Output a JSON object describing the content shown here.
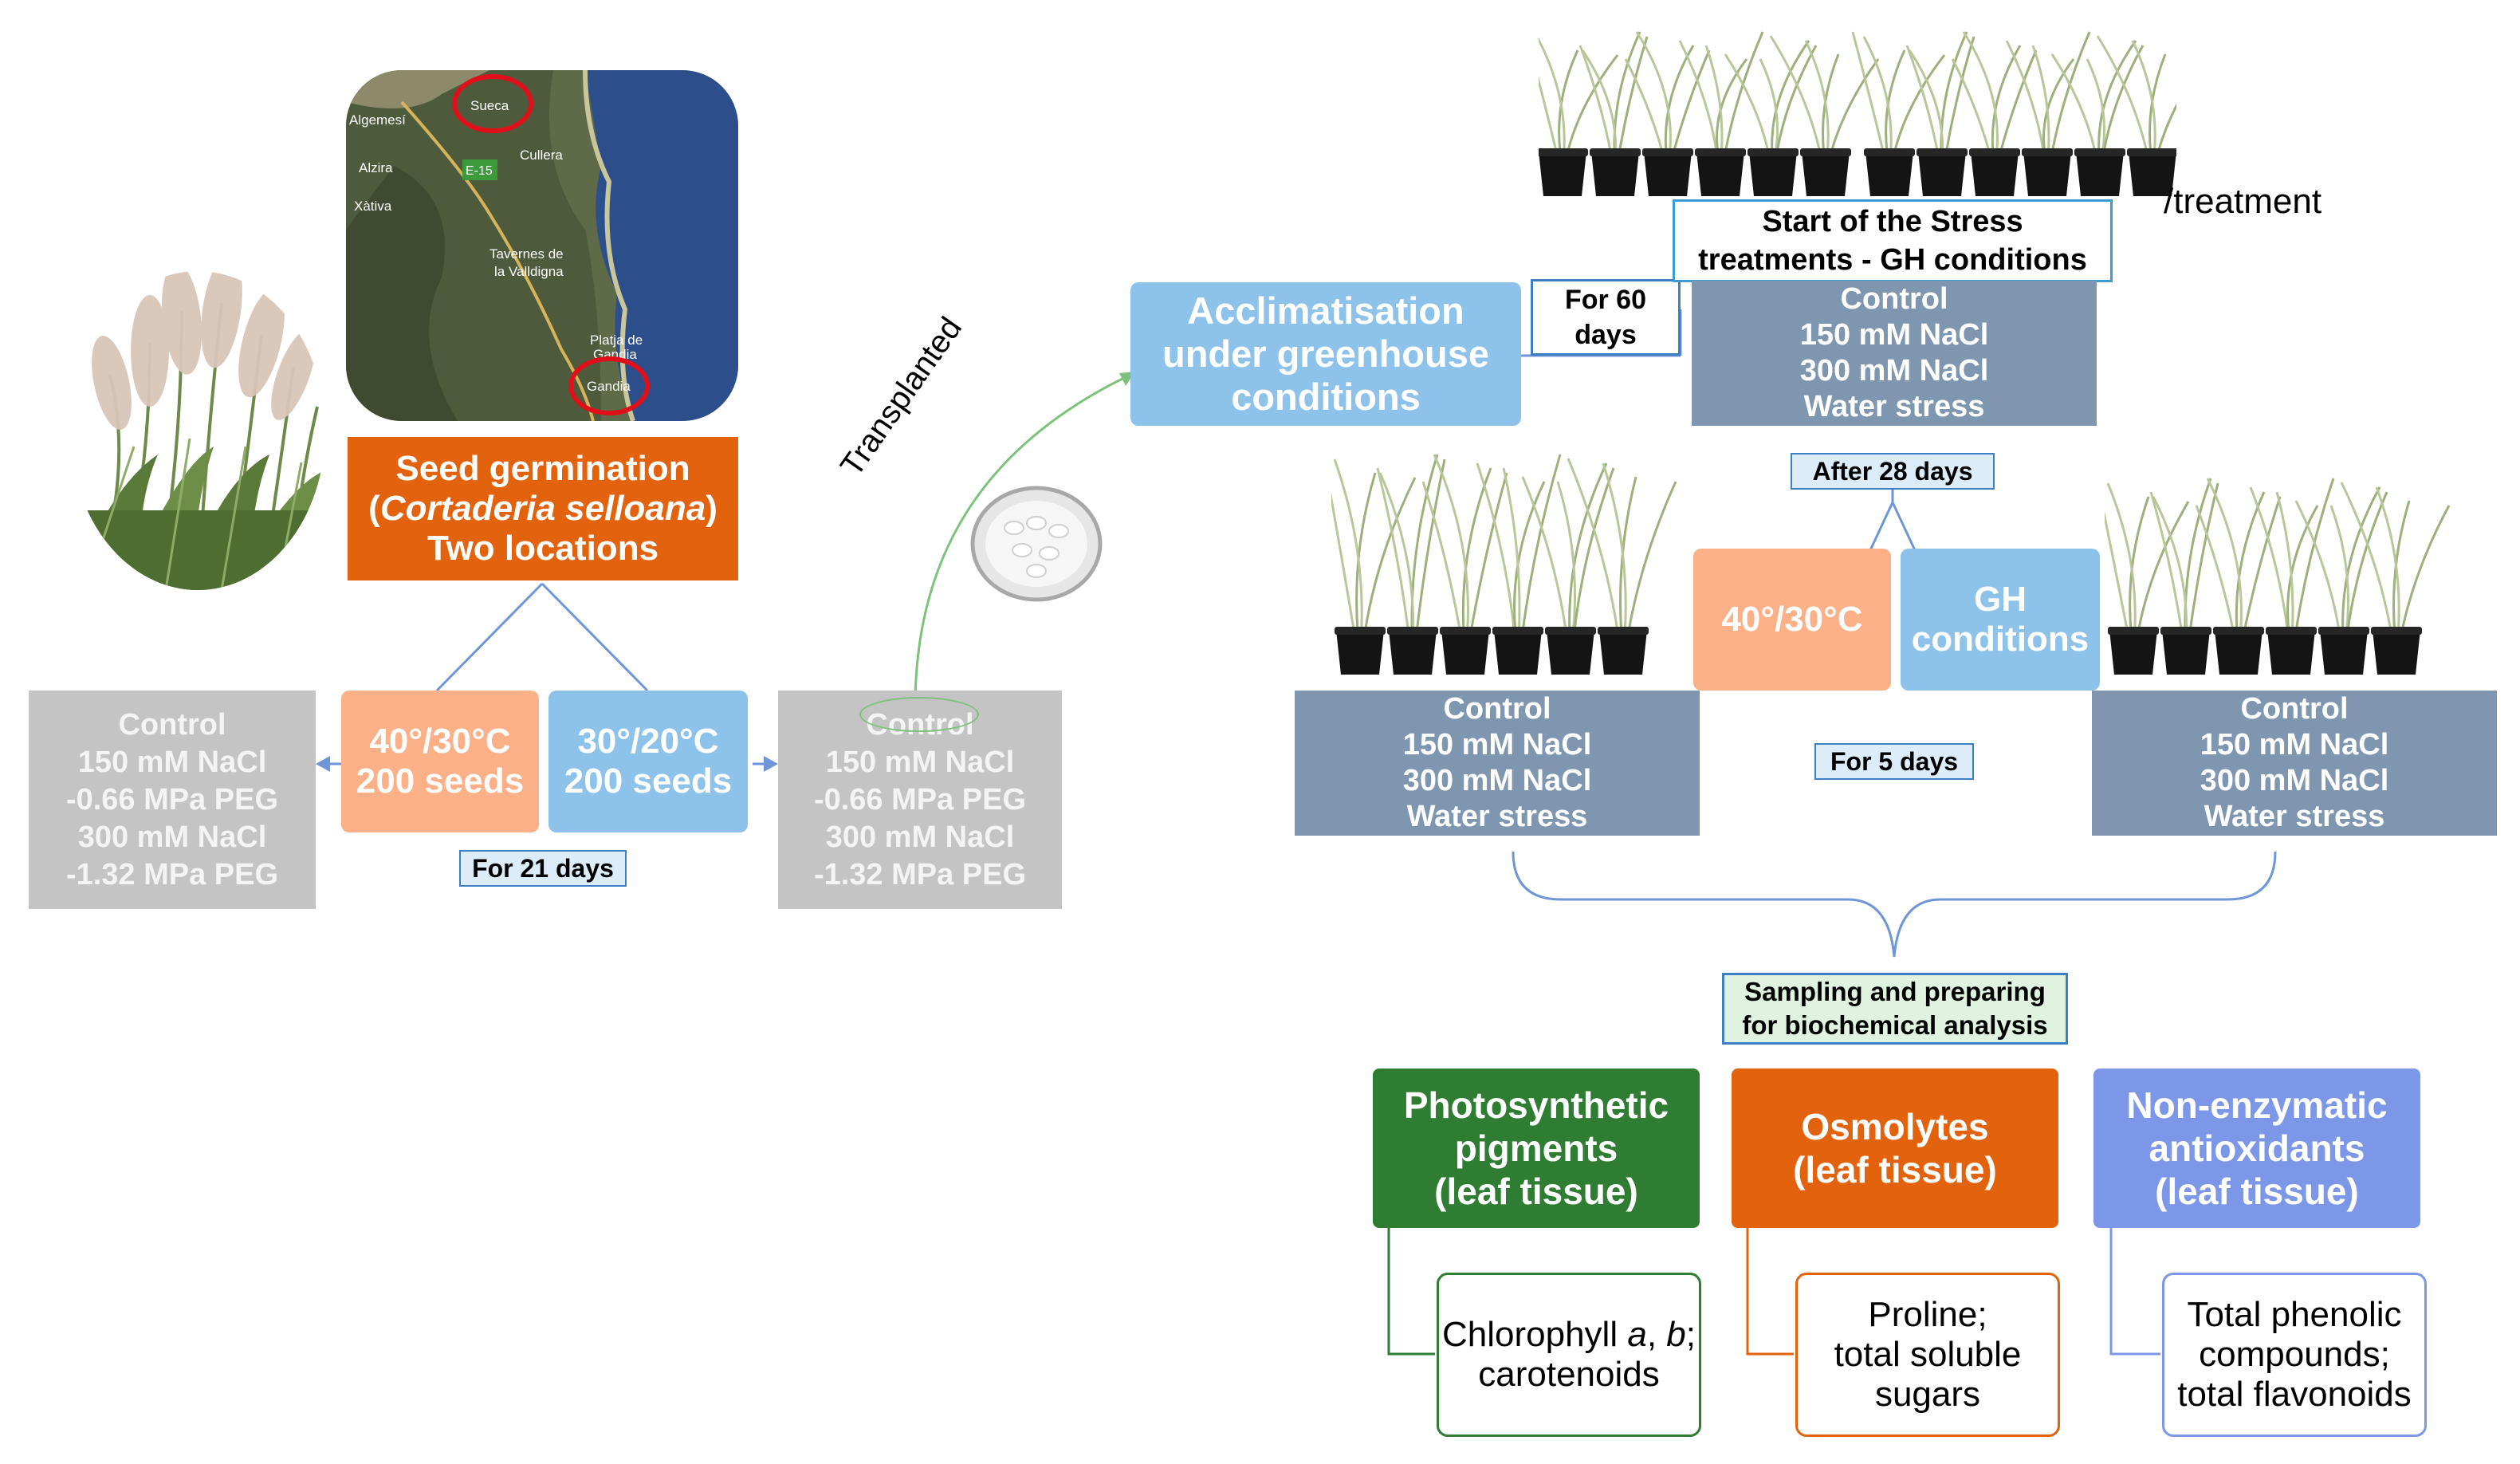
{
  "colors": {
    "orange": "#e2620e",
    "peach": "#fbb088",
    "lightblue": "#8dc3ea",
    "slate": "#7f96b0",
    "grey": "#c4c4c4",
    "green": "#2f7d32",
    "periwinkle": "#7d97e8",
    "line": "#6f96d6"
  },
  "germination": {
    "line1": "Seed germination",
    "line2_open": "(",
    "line2_species": "Cortaderia selloana",
    "line2_close": ")",
    "line3": "Two locations"
  },
  "map": {
    "labels": [
      "Algemesí",
      "Sueca",
      "Cullera",
      "Alzira",
      "E-15",
      "Xàtiva",
      "Tavernes de",
      "la Valldigna",
      "Platja de",
      "Gandia",
      "Gandia"
    ],
    "marked_locations": [
      "Sueca",
      "Gandia"
    ]
  },
  "germination_temps": [
    {
      "temp": "40°/30°C",
      "seeds": "200 seeds"
    },
    {
      "temp": "30°/20°C",
      "seeds": "200 seeds"
    }
  ],
  "germination_treatments": [
    "Control",
    "150 mM NaCl",
    "-0.66 MPa PEG",
    "300 mM NaCl",
    "-1.32 MPa PEG"
  ],
  "tags": {
    "for21": "For 21 days",
    "for60": "For 60 days",
    "after28": "After 28 days",
    "for5": "For 5 days"
  },
  "transplanted": "Transplanted",
  "acclimatisation": [
    "Acclimatisation",
    "under greenhouse",
    "conditions"
  ],
  "stress_start": [
    "Start of the Stress",
    "treatments - GH conditions"
  ],
  "per_treatment": "/treatment",
  "stress_treatments": [
    "Control",
    "150 mM NaCl",
    "300 mM NaCl",
    "Water stress"
  ],
  "final_conditions": {
    "heat": "40°/30°C",
    "gh": [
      "GH",
      "conditions"
    ]
  },
  "sampling": [
    "Sampling and preparing",
    "for biochemical analysis"
  ],
  "analyses": [
    {
      "title": [
        "Photosynthetic",
        "pigments",
        "(leaf tissue)"
      ],
      "detail": {
        "pre": "Chlorophyll ",
        "a": "a",
        "comma": ", ",
        "b": "b",
        "post": ";",
        "line2": "carotenoids"
      }
    },
    {
      "title": [
        "Osmolytes",
        "(leaf tissue)"
      ],
      "detail": [
        "Proline;",
        "total soluble",
        "sugars"
      ]
    },
    {
      "title": [
        "Non-enzymatic",
        "antioxidants",
        "(leaf tissue)"
      ],
      "detail": [
        "Total phenolic",
        "compounds;",
        "total flavonoids"
      ]
    }
  ]
}
